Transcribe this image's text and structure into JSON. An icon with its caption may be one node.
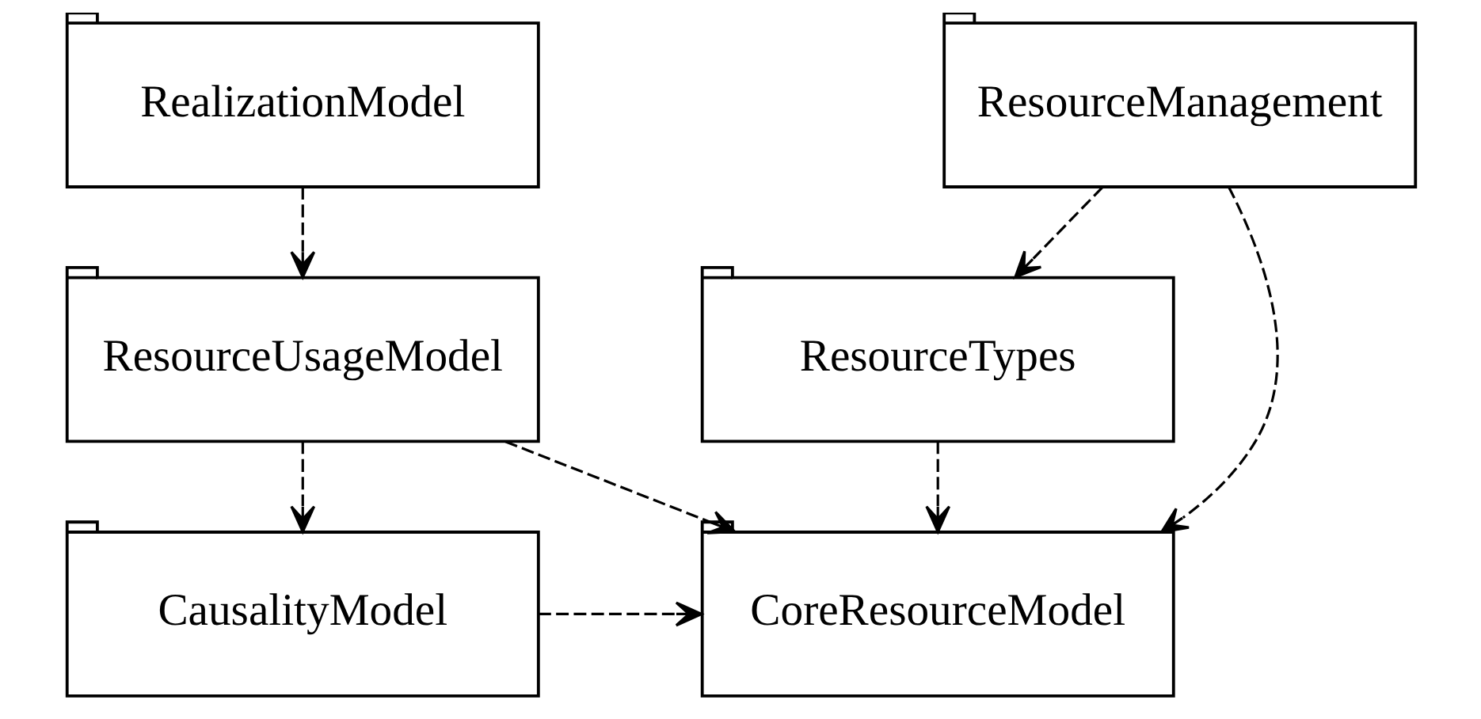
{
  "diagram": {
    "nodes": [
      {
        "text": [
          "RealizationModel"
        ]
      },
      {
        "text": [
          "ResourceManagement"
        ]
      },
      {
        "text": [
          "ResourceUsageModel"
        ]
      },
      {
        "text": [
          "ResourceTypes"
        ]
      },
      {
        "text": [
          "CausalityModel"
        ]
      },
      {
        "text": [
          "CoreResourceModel"
        ]
      }
    ],
    "edges": [
      {
        "from": 0,
        "to": 2,
        "arrow": "to",
        "style": "dashed"
      },
      {
        "from": 1,
        "to": 5,
        "arrow": "to",
        "style": "dashed"
      },
      {
        "from": 1,
        "to": 3,
        "arrow": "to",
        "style": "dashed"
      },
      {
        "from": 2,
        "to": 5,
        "arrow": "to",
        "style": "dashed"
      },
      {
        "from": 2,
        "to": 4,
        "arrow": "to",
        "style": "dashed"
      },
      {
        "from": 3,
        "to": 5,
        "arrow": "to",
        "style": "dashed"
      },
      {
        "from": 4,
        "to": 5,
        "arrow": "to",
        "style": "dashed"
      }
    ]
  }
}
